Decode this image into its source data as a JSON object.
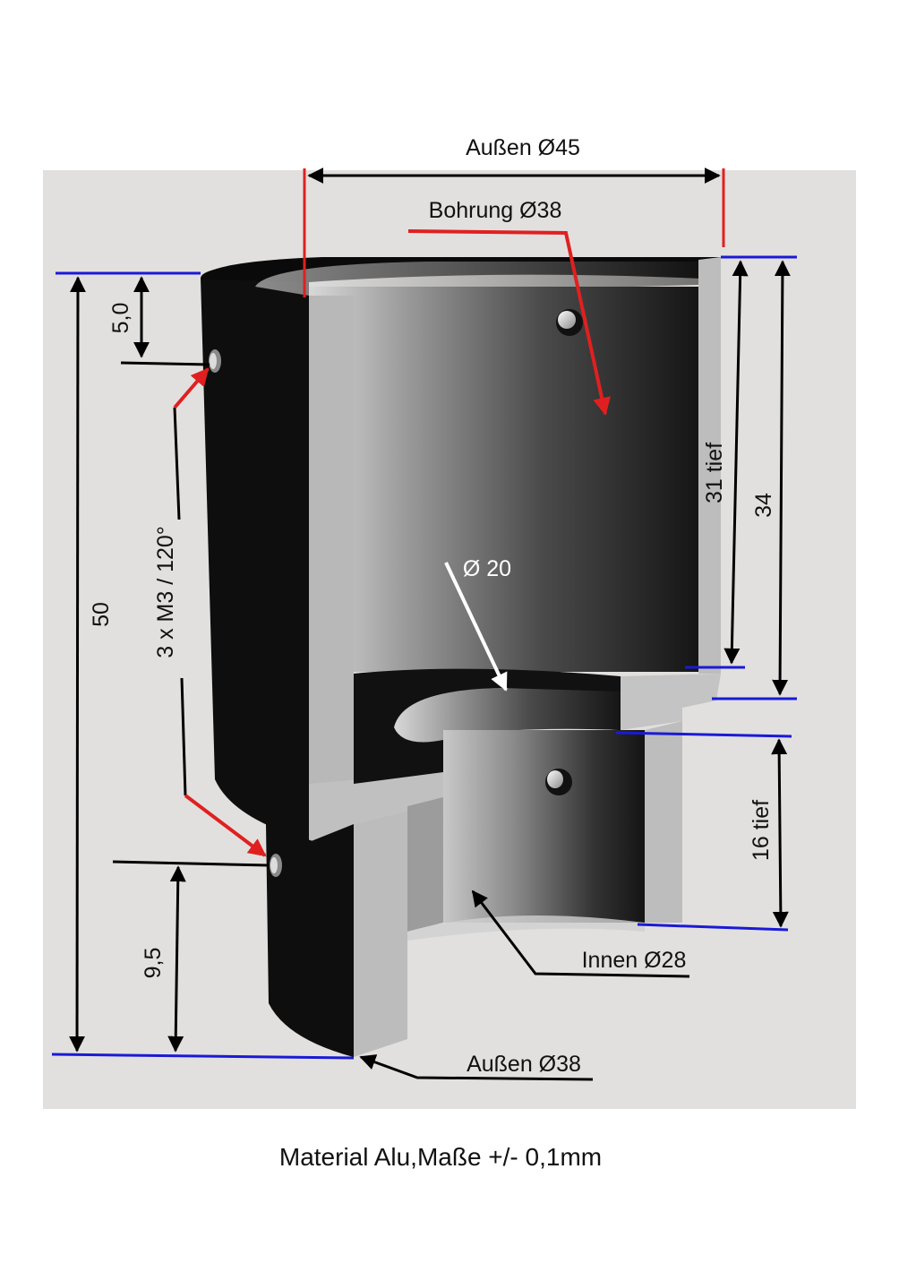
{
  "labels": {
    "outer_top": "Außen Ø45",
    "bore": "Bohrung Ø38",
    "depth_31": "31 tief",
    "height_34": "34",
    "dim_5": "5,0",
    "holes": "3 x M3 / 120°",
    "total_50": "50",
    "dia_20": "Ø 20",
    "depth_16": "16 tief",
    "dim_9_5": "9,5",
    "inner": "Innen Ø28",
    "outer_bottom": "Außen Ø38"
  },
  "caption": "Material Alu,Maße +/- 0,1mm",
  "colors": {
    "background_panel": "#e2e0de",
    "dimension_line": "#000000",
    "reference_line_blue": "#1a1ad6",
    "arrow_red": "#e02020",
    "arrow_white": "#ffffff"
  }
}
